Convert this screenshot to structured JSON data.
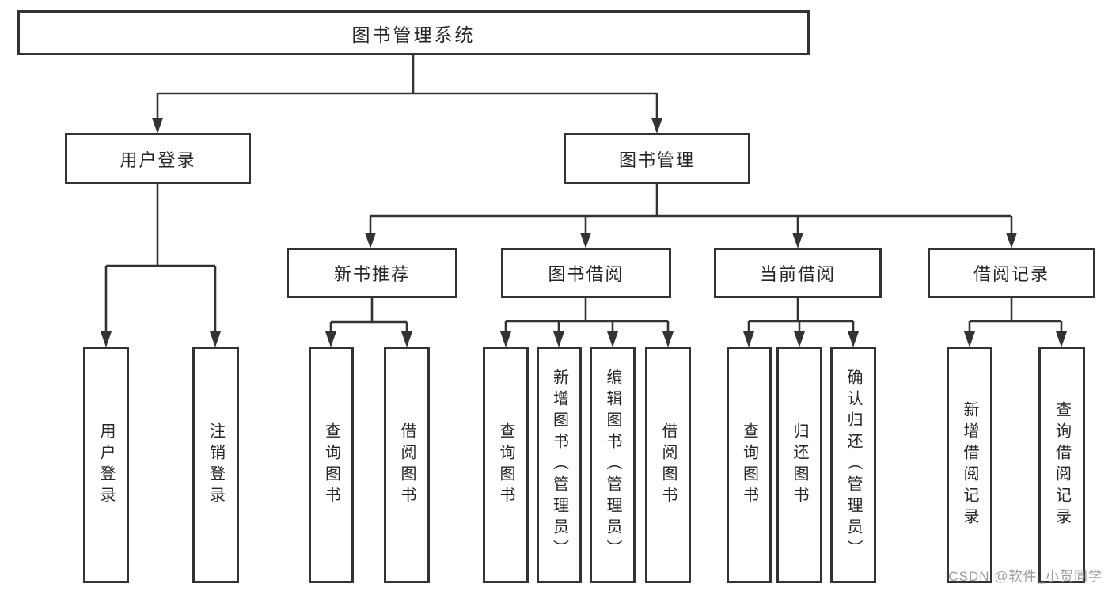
{
  "diagram": {
    "root": {
      "label": "图书管理系统"
    },
    "level2": [
      {
        "label": "用户登录"
      },
      {
        "label": "图书管理"
      }
    ],
    "level3": [
      {
        "label": "新书推荐"
      },
      {
        "label": "图书借阅"
      },
      {
        "label": "当前借阅"
      },
      {
        "label": "借阅记录"
      }
    ],
    "leaves": [
      {
        "label": "用户登录"
      },
      {
        "label": "注销登录"
      },
      {
        "label": "查询图书"
      },
      {
        "label": "借阅图书"
      },
      {
        "label": "查询图书"
      },
      {
        "label": "新增图书（管理员）"
      },
      {
        "label": "编辑图书（管理员）"
      },
      {
        "label": "借阅图书"
      },
      {
        "label": "查询图书"
      },
      {
        "label": "归还图书"
      },
      {
        "label": "确认归还（管理员）"
      },
      {
        "label": "新增借阅记录"
      },
      {
        "label": "查询借阅记录"
      }
    ],
    "watermark": "CSDN @软件_小贺同学",
    "colors": {
      "line": "#333333",
      "text": "#262626",
      "watermark": "#9696a0",
      "background": "#ffffff"
    }
  }
}
